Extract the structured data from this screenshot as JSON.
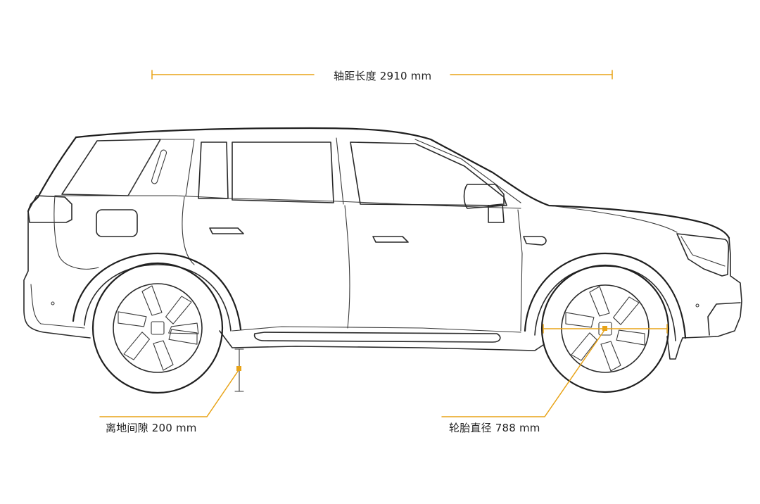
{
  "diagram": {
    "labels": {
      "wheelbase": "轴距长度 2910 mm",
      "ground_clearance": "离地间隙 200 mm",
      "tire_diameter": "轮胎直径 788 mm"
    },
    "colors": {
      "accent": "#E8A317",
      "line": "#2a2a2a",
      "background": "#ffffff"
    }
  }
}
